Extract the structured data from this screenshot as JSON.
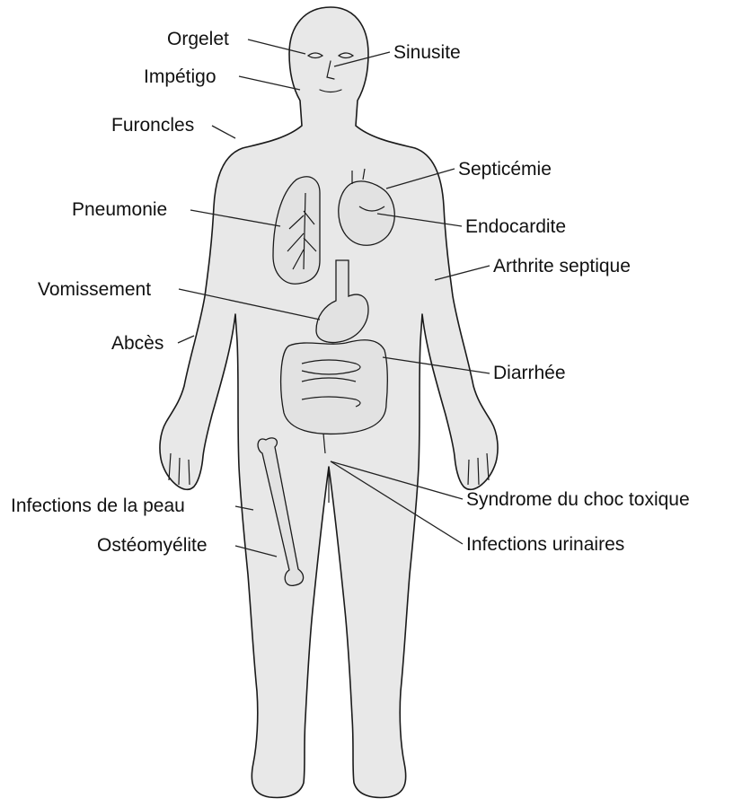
{
  "labels": [
    {
      "id": "orgelet",
      "text": "Orgelet"
    },
    {
      "id": "sinusite",
      "text": "Sinusite"
    },
    {
      "id": "impetigo",
      "text": "Impétigo"
    },
    {
      "id": "furoncles",
      "text": "Furoncles"
    },
    {
      "id": "septicemie",
      "text": "Septicémie"
    },
    {
      "id": "pneumonie",
      "text": "Pneumonie"
    },
    {
      "id": "endocardite",
      "text": "Endocardite"
    },
    {
      "id": "arthrite",
      "text": "Arthrite septique"
    },
    {
      "id": "vomissement",
      "text": "Vomissement"
    },
    {
      "id": "abces",
      "text": "Abcès"
    },
    {
      "id": "diarrhee",
      "text": "Diarrhée"
    },
    {
      "id": "infections-peau",
      "text": "Infections de la peau"
    },
    {
      "id": "choc-toxique",
      "text": "Syndrome du choc toxique"
    },
    {
      "id": "osteomyelite",
      "text": "Ostéomyélite"
    },
    {
      "id": "infections-urinaires",
      "text": "Infections urinaires"
    }
  ]
}
